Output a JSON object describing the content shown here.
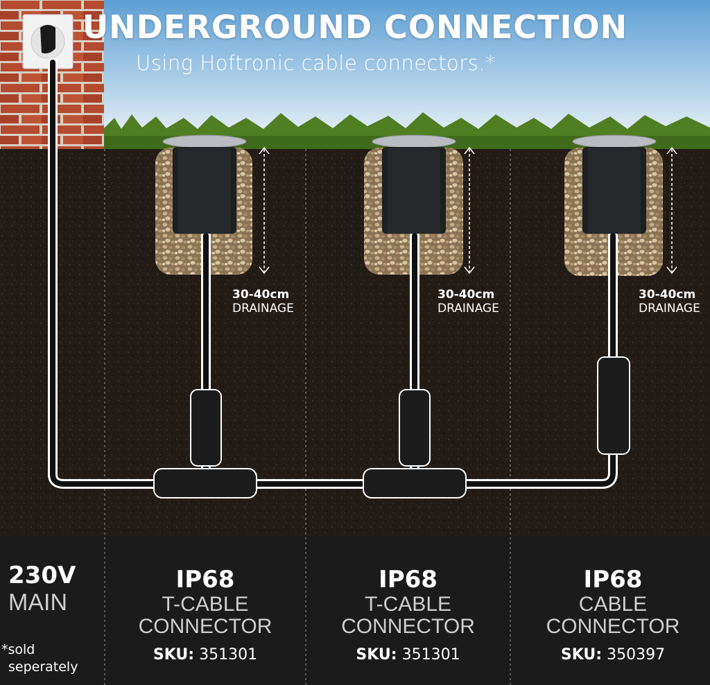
{
  "header": {
    "title": "UNDERGROUND CONNECTION",
    "subtitle": "Using Hoftronic cable connectors.*"
  },
  "drainage": [
    {
      "depth": "30-40cm",
      "label": "DRAINAGE"
    },
    {
      "depth": "30-40cm",
      "label": "DRAINAGE"
    },
    {
      "depth": "30-40cm",
      "label": "DRAINAGE"
    }
  ],
  "main": {
    "voltage": "230V",
    "label": "MAIN"
  },
  "footnote": {
    "star": "*",
    "line1": "sold",
    "line2": "seperately"
  },
  "connectors": [
    {
      "rating": "IP68",
      "name1": "T-CABLE",
      "name2": "CONNECTOR",
      "sku_label": "SKU:",
      "sku": "351301"
    },
    {
      "rating": "IP68",
      "name1": "T-CABLE",
      "name2": "CONNECTOR",
      "sku_label": "SKU:",
      "sku": "351301"
    },
    {
      "rating": "IP68",
      "name1": "CABLE",
      "name2": "CONNECTOR",
      "sku_label": "SKU:",
      "sku": "350397"
    }
  ],
  "colors": {
    "sky_top": "#6aa7d6",
    "sky_bottom": "#d9e9f3",
    "grass": "#5d8a2a",
    "soil": "#241c17",
    "gravel": "#b79e7a",
    "brick": "#b5482e",
    "panel": "#1b1b1b",
    "cable": "#111111",
    "white_line": "#ffffff"
  }
}
